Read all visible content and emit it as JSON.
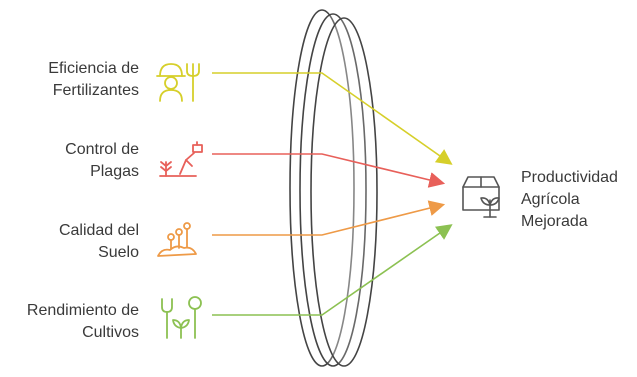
{
  "inputs": [
    {
      "line1": "Eficiencia de",
      "line2": "Fertilizantes",
      "icon": "farmer-with-pitchfork-icon",
      "color": "#d6cf2a"
    },
    {
      "line1": "Control de",
      "line2": "Plagas",
      "icon": "pest-control-sprayer-icon",
      "color": "#e8605a"
    },
    {
      "line1": "Calidad del",
      "line2": "Suelo",
      "icon": "soil-sprout-icon",
      "color": "#ee9a47"
    },
    {
      "line1": "Rendimiento de",
      "line2": "Cultivos",
      "icon": "crop-plants-icon",
      "color": "#8cc152"
    }
  ],
  "output": {
    "line1": "Productividad",
    "line2": "Agrícola",
    "line3": "Mejorada",
    "icon": "box-with-plant-icon",
    "color": "#555555"
  },
  "lens": {
    "icon": "lens-shape",
    "color": "#444444"
  }
}
